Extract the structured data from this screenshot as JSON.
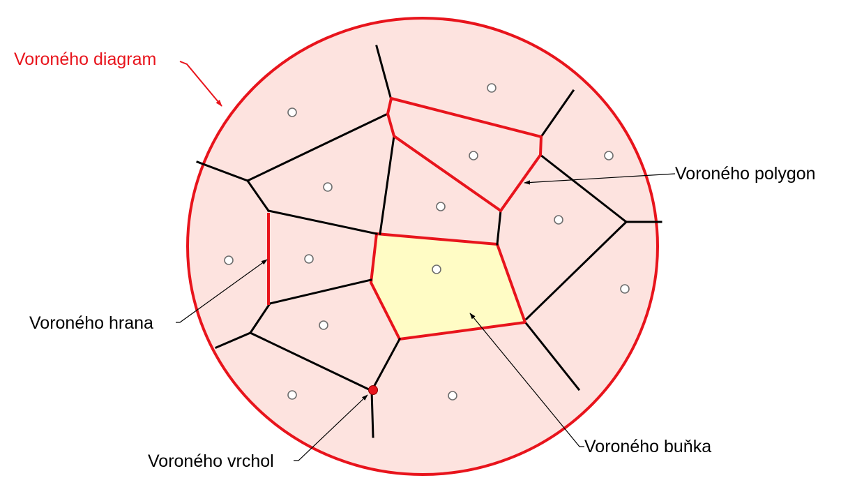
{
  "labels": {
    "diagram": "Voroného diagram",
    "polygon": "Voroného polygon",
    "edge": "Voroného hrana",
    "cell": "Voroného buňka",
    "vertex": "Voroného vrchol"
  },
  "colors": {
    "region_fill": "#fde3df",
    "highlight_cell_fill": "#fffcc5",
    "outline_red": "#e8141c",
    "edge_black": "#000000",
    "site_fill": "#ffffff",
    "site_stroke": "#6e6e6e",
    "label_black": "#000000",
    "label_red": "#e8141c"
  }
}
